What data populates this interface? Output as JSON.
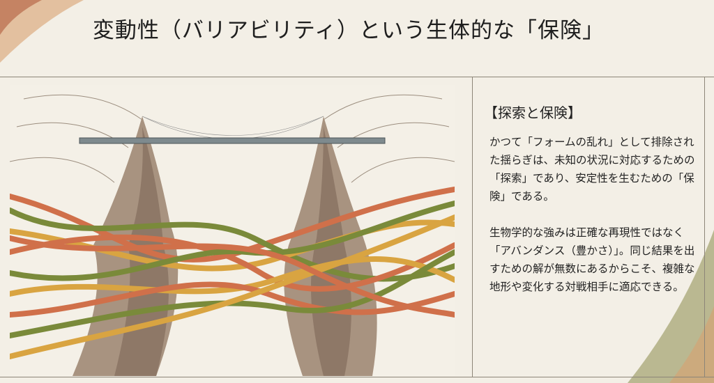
{
  "title": "変動性（バリアビリティ）という生体的な「保険」",
  "side": {
    "heading": "【探索と保険】",
    "paragraphs": [
      "かつて「フォームの乱れ」として排除された揺らぎは、未知の状況に対応するための「探索」であり、安定性を生むための「保険」である。",
      "生物学的な強みは正確な再現性ではなく「アバンダンス（豊かさ）」。同じ結果を出すための解が無数にあるからこそ、複雑な地形や変化する対戦相手に適応できる。"
    ]
  },
  "colors": {
    "background": "#f3efe6",
    "rope_green": "#7a8a3a",
    "rope_orange": "#d0704a",
    "rope_yellow": "#d9a441",
    "cliff": "#a89380"
  }
}
